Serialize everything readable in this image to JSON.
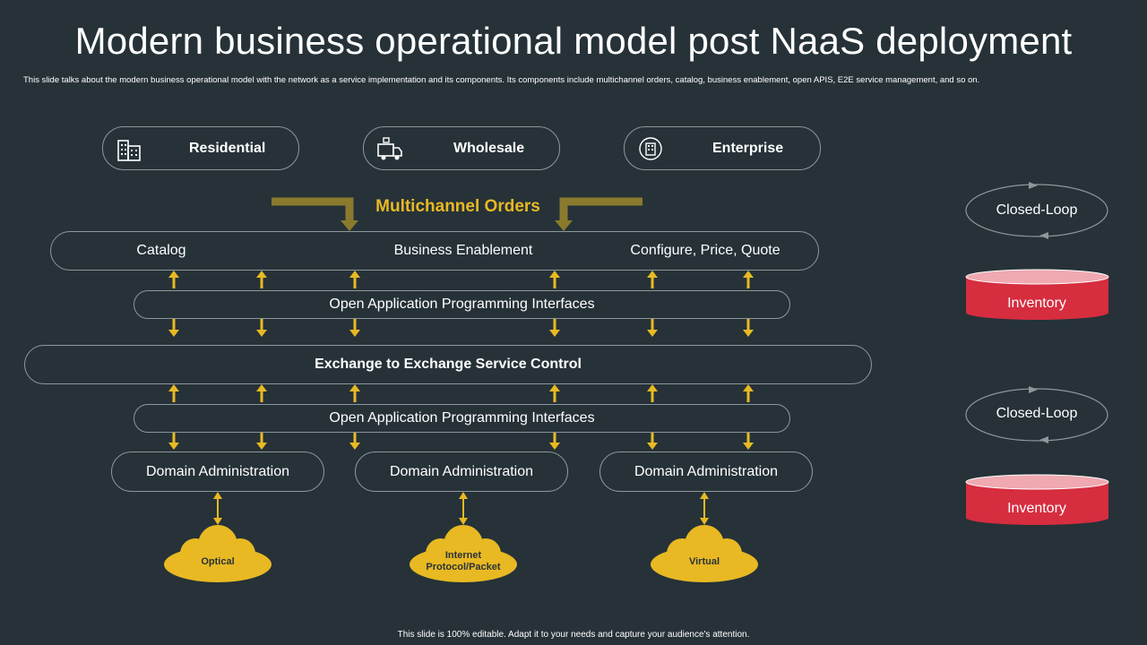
{
  "title": "Modern business operational model post NaaS deployment",
  "subtitle": "This slide talks about the modern business operational model with the network as a service implementation and its components. Its components include multichannel orders, catalog, business enablement, open APIS, E2E service management, and so on.",
  "customers": [
    {
      "label": "Residential",
      "icon": "building-icon"
    },
    {
      "label": "Wholesale",
      "icon": "truck-icon"
    },
    {
      "label": "Enterprise",
      "icon": "office-icon"
    }
  ],
  "multichannel_label": "Multichannel Orders",
  "top_bar": [
    "Catalog",
    "Business Enablement",
    "Configure, Price, Quote"
  ],
  "open_api_top": "Open Application Programming Interfaces",
  "exchange": "Exchange to Exchange Service Control",
  "open_api_bottom": "Open Application Programming Interfaces",
  "domains": [
    "Domain Administration",
    "Domain Administration",
    "Domain Administration"
  ],
  "clouds": [
    "Optical",
    "Internet Protocol/Packet",
    "Virtual"
  ],
  "side": {
    "loop1": "Closed-Loop",
    "inventory1": "Inventory",
    "loop2": "Closed-Loop",
    "inventory2": "Inventory"
  },
  "footer": "This slide is 100% editable. Adapt it to your needs and capture your audience's attention.",
  "colors": {
    "background": "#263238",
    "accent": "#e8b923",
    "inventory": "#d62d3f",
    "outline": "#8e979b"
  }
}
